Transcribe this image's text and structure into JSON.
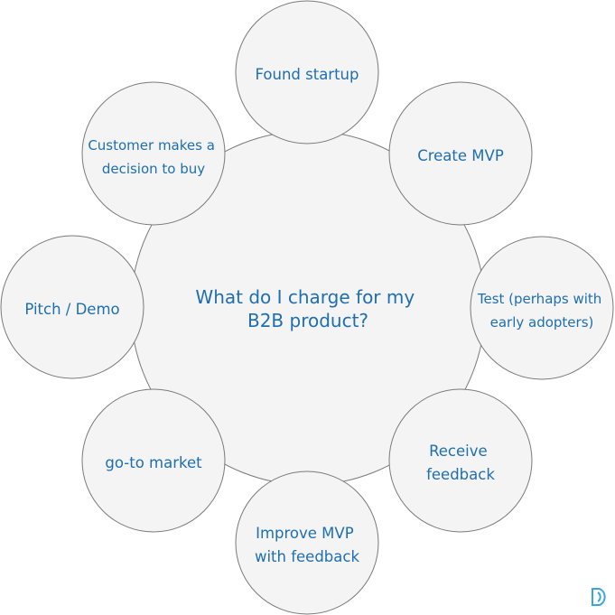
{
  "center": {
    "lines": [
      "What do I charge for my",
      "B2B product?"
    ]
  },
  "steps": [
    {
      "id": "found-startup",
      "lines": [
        "Found startup"
      ]
    },
    {
      "id": "create-mvp",
      "lines": [
        "Create MVP"
      ]
    },
    {
      "id": "test",
      "lines": [
        "Test (perhaps with",
        "early adopters)"
      ]
    },
    {
      "id": "receive-feedback",
      "lines": [
        "Receive",
        "feedback"
      ]
    },
    {
      "id": "improve-mvp",
      "lines": [
        "Improve MVP",
        "with feedback"
      ]
    },
    {
      "id": "go-to-market",
      "lines": [
        "go-to market"
      ]
    },
    {
      "id": "pitch-demo",
      "lines": [
        "Pitch / Demo"
      ]
    },
    {
      "id": "customer-decision",
      "lines": [
        "Customer makes a",
        "decision to buy"
      ]
    }
  ],
  "colors": {
    "text": "#1f6fb0",
    "circle_fill": "#f4f4f4",
    "circle_stroke": "#7a7a7a",
    "logo": "#3aa6dd"
  },
  "logo": {
    "icon": "brand-logo-icon"
  }
}
